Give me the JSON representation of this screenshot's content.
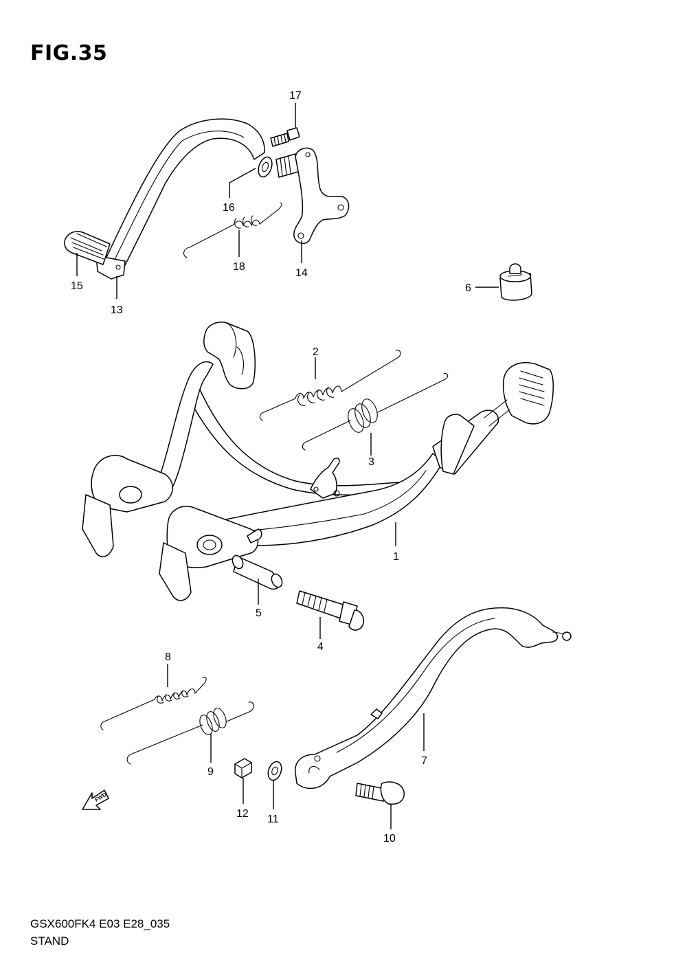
{
  "figure": {
    "title": "FIG.35"
  },
  "footer": {
    "model_code": "GSX600FK4 E03 E28_035",
    "section_name": "STAND"
  },
  "direction_arrow": {
    "label": "FWD"
  },
  "callouts": [
    {
      "num": "1"
    },
    {
      "num": "2"
    },
    {
      "num": "3"
    },
    {
      "num": "4"
    },
    {
      "num": "5"
    },
    {
      "num": "6"
    },
    {
      "num": "7"
    },
    {
      "num": "8"
    },
    {
      "num": "9"
    },
    {
      "num": "10"
    },
    {
      "num": "11"
    },
    {
      "num": "12"
    },
    {
      "num": "13"
    },
    {
      "num": "14"
    },
    {
      "num": "15"
    },
    {
      "num": "16"
    },
    {
      "num": "17"
    },
    {
      "num": "18"
    }
  ]
}
